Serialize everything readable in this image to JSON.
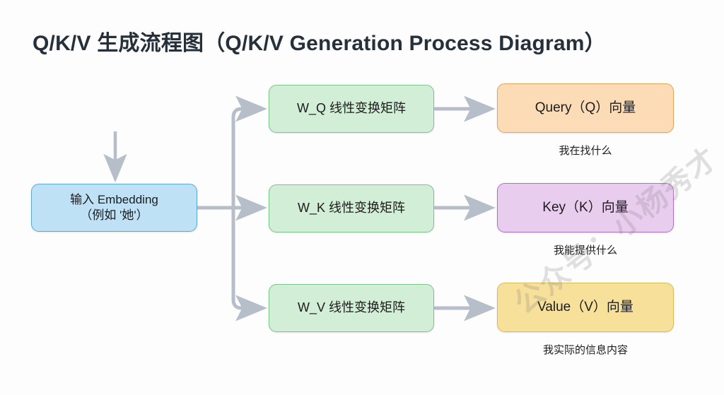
{
  "title": "Q/K/V 生成流程图（Q/K/V Generation Process Diagram）",
  "watermark": "公众号：小杨秀才",
  "colors": {
    "background": "#fdfdfd",
    "title_text": "#25303b",
    "connector": "#b6bfc9",
    "input_fill": "#bfe1f6",
    "input_border": "#5aa9d6",
    "weight_fill": "#d2eed6",
    "weight_border": "#7bc48a",
    "query_fill": "#fbdcb6",
    "query_border": "#dea75a",
    "key_fill": "#e9cdef",
    "key_border": "#b06fc3",
    "value_fill": "#f7e09a",
    "value_border": "#d9bb53"
  },
  "input_node": {
    "line1": "输入 Embedding",
    "line2": "（例如 '她'）"
  },
  "rows": [
    {
      "weight_label": "W_Q 线性变换矩阵",
      "output_label": "Query（Q）向量",
      "caption": "我在找什么"
    },
    {
      "weight_label": "W_K 线性变换矩阵",
      "output_label": "Key（K）向量",
      "caption": "我能提供什么"
    },
    {
      "weight_label": "W_V 线性变换矩阵",
      "output_label": "Value（V）向量",
      "caption": "我实际的信息内容"
    }
  ]
}
